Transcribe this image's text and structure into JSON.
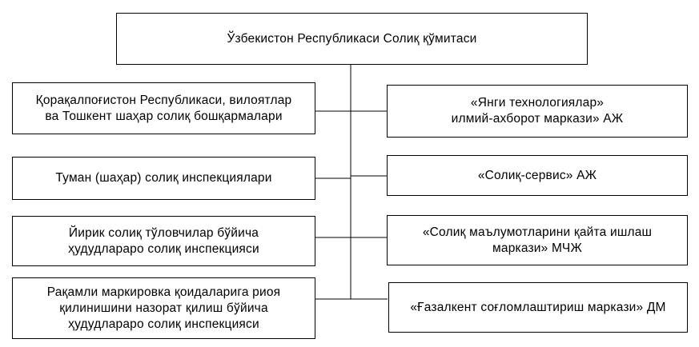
{
  "root": {
    "lines": [
      "Ўзбекистон Республикаси Солиқ қўмитаси"
    ]
  },
  "left_nodes": [
    {
      "lines": [
        "Қорақалпоғистон Республикаси, вилоятлар",
        "ва Тошкент шаҳар солиқ бошқармалари"
      ]
    },
    {
      "lines": [
        "Туман (шаҳар) солиқ инспекциялари"
      ]
    },
    {
      "lines": [
        "Йирик солиқ тўловчилар бўйича",
        "ҳудудлараро солиқ инспекцияси"
      ]
    },
    {
      "lines": [
        "Рақамли маркировка қоидаларига риоя",
        "қилинишини назорат қилиш бўйича",
        "ҳудудлараро солиқ инспекцияси"
      ]
    }
  ],
  "right_nodes": [
    {
      "lines": [
        "«Янги технологиялар»",
        "илмий-ахборот маркази» АЖ"
      ]
    },
    {
      "lines": [
        "«Солиқ-сервис» АЖ"
      ]
    },
    {
      "lines": [
        "«Солиқ маълумотларини қайта ишлаш",
        "маркази» МЧЖ"
      ]
    },
    {
      "lines": [
        "«Ғазалкент соғломлаштириш маркази» ДМ"
      ]
    }
  ]
}
